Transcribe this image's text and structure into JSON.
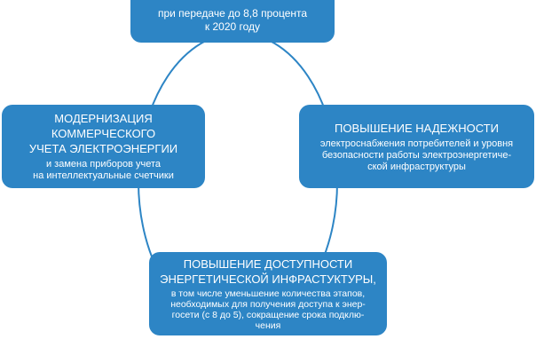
{
  "top": {
    "lines": [
      "при передаче до 8,8 процента",
      "к 2020 году"
    ]
  },
  "left": {
    "title": [
      "МОДЕРНИЗАЦИЯ КОММЕРЧЕСКОГО",
      "УЧЕТА ЭЛЕКТРОЭНЕРГИИ"
    ],
    "text": [
      "и замена приборов учета",
      "на интеллектуальные счетчики"
    ]
  },
  "right": {
    "title": [
      "ПОВЫШЕНИЕ НАДЕЖНОСТИ"
    ],
    "text": [
      "электроснабжения потребителей и уровня",
      "безопасности работы электроэнергетиче-",
      "ской инфраструктуры"
    ]
  },
  "bottom": {
    "title": [
      "ПОВЫШЕНИЕ ДОСТУПНОСТИ",
      "ЭНЕРГЕТИЧЕСКОЙ ИНФРАСТУКТУРЫ,"
    ],
    "text": [
      "в том числе уменьшение количества этапов,",
      "необходимых для получения доступа к энер-",
      "госети (с 8 до 5), сокращение срока подклю-",
      "чения"
    ]
  },
  "colors": {
    "box": "#2d85c5",
    "ring": "#2d85c5"
  }
}
